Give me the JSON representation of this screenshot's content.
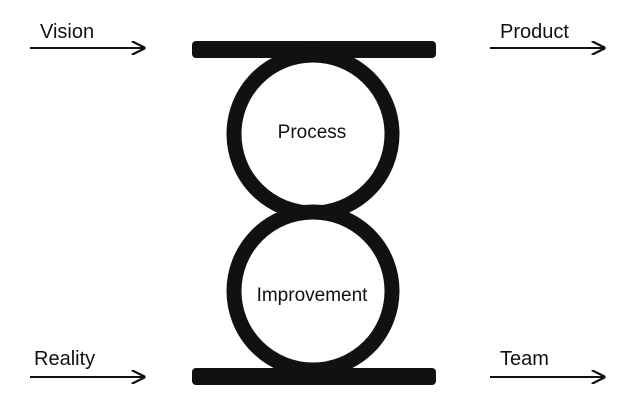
{
  "labels": {
    "vision": "Vision",
    "product": "Product",
    "reality": "Reality",
    "team": "Team",
    "process": "Process",
    "improvement": "Improvement"
  },
  "colors": {
    "ink": "#111111",
    "background": "#ffffff"
  }
}
